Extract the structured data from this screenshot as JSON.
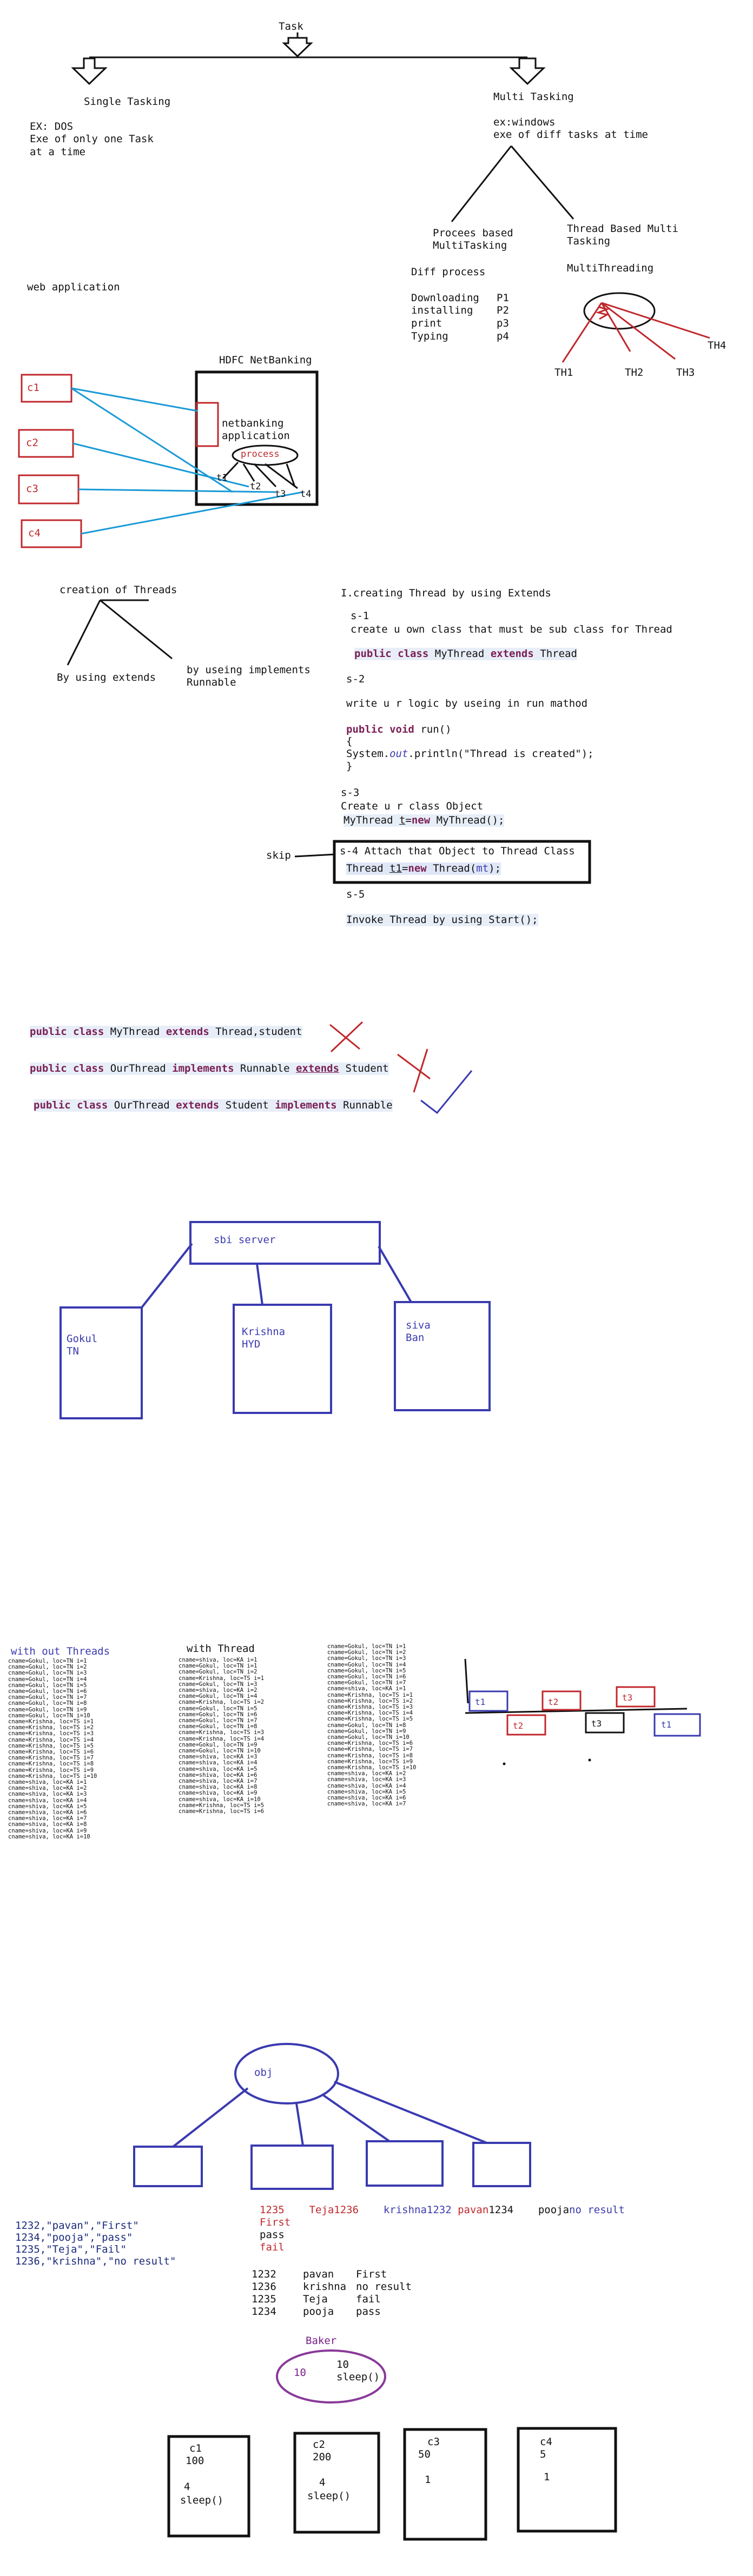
{
  "colors": {
    "red": "#c0282c",
    "blue": "#3a3ab0",
    "cyan": "#1a9ad6",
    "purple": "#8a3a9a",
    "black": "#111111",
    "highlight": "#e8eef8"
  },
  "s1": {
    "task": "Task",
    "single": "Single Tasking",
    "multi": "Multi Tasking",
    "ex_dos": "EX: DOS",
    "single_desc1": "Exe of only one Task",
    "single_desc2": "at a time",
    "ex_windows": "ex:windows",
    "multi_desc": "exe of diff tasks at time",
    "proc1": "Procees based",
    "proc2": "MultiTasking",
    "thread1": "Thread Based Multi",
    "thread2": "Tasking",
    "diff": "Diff process",
    "multithreading": "MultiThreading",
    "processes": [
      {
        "name": "Downloading",
        "id": "P1"
      },
      {
        "name": "installing",
        "id": "P2"
      },
      {
        "name": "print",
        "id": "p3"
      },
      {
        "name": "Typing",
        "id": "p4"
      }
    ],
    "threads": [
      "TH1",
      "TH2",
      "TH3",
      "TH4"
    ]
  },
  "s2": {
    "web_app": "web application",
    "hdfc": "HDFC NetBanking",
    "netbanking1": "netbanking",
    "netbanking2": "application",
    "process": "process",
    "clients": [
      "c1",
      "c2",
      "c3",
      "c4"
    ],
    "tlabels": [
      "t1",
      "t2",
      "t3",
      "t4"
    ]
  },
  "s3": {
    "creation": "creation of Threads",
    "by_extends": "By using extends",
    "by_impl1": "by useing implements",
    "by_impl2": "Runnable",
    "heading": "I.creating Thread by using Extends",
    "s1": "s-1",
    "s1_desc": "create u own class that must be sub class for Thread",
    "code1": [
      "public",
      "class",
      "MyThread",
      "extends",
      "Thread"
    ],
    "s2": "s-2",
    "s2_desc": "write u r logic by useing in run mathod",
    "code2a": [
      "public",
      "void",
      "run()"
    ],
    "code2b": "{",
    "code2c": [
      "System.",
      "out",
      ".println(\"Thread is created\");"
    ],
    "code2d": "}",
    "s3": "s-3",
    "s3_desc": "Create u r class Object",
    "code3": [
      "MyThread ",
      "t",
      "=",
      "new",
      " MyThread();"
    ],
    "skip": "skip",
    "s4_desc": "s-4 Attach that Object to Thread Class",
    "code4": [
      "Thread ",
      "t1",
      "=",
      "new",
      " Thread(",
      "mt",
      ");"
    ],
    "s5": "s-5",
    "s5_desc": "Invoke Thread by using Start();"
  },
  "s4": {
    "line1": [
      "public",
      "class",
      "MyThread",
      "extends",
      "Thread,student"
    ],
    "line2": [
      "public",
      "class",
      "OurThread",
      "implements",
      "Runnable",
      "extends",
      "Student"
    ],
    "line3": [
      "public",
      "class",
      "OurThread",
      "extends",
      "Student",
      "implements",
      "Runnable"
    ]
  },
  "s5": {
    "server": "sbi server",
    "branches": [
      {
        "name": "Gokul",
        "loc": "TN"
      },
      {
        "name": "Krishna",
        "loc": "HYD"
      },
      {
        "name": "siva",
        "loc": "Ban"
      }
    ]
  },
  "s6": {
    "without": "with out Threads",
    "with": "with Thread",
    "col1": [
      "cname=Gokul, loc=TN i=1",
      "cname=Gokul, loc=TN i=2",
      "cname=Gokul, loc=TN i=3",
      "cname=Gokul, loc=TN i=4",
      "cname=Gokul, loc=TN i=5",
      "cname=Gokul, loc=TN i=6",
      "cname=Gokul, loc=TN i=7",
      "cname=Gokul, loc=TN i=8",
      "cname=Gokul, loc=TN i=9",
      "cname=Gokul, loc=TN i=10",
      "cname=Krishna, loc=TS i=1",
      "cname=Krishna, loc=TS i=2",
      "cname=Krishna, loc=TS i=3",
      "cname=Krishna, loc=TS i=4",
      "cname=Krishna, loc=TS i=5",
      "cname=Krishna, loc=TS i=6",
      "cname=Krishna, loc=TS i=7",
      "cname=Krishna, loc=TS i=8",
      "cname=Krishna, loc=TS i=9",
      "cname=Krishna, loc=TS i=10",
      "cname=shiva, loc=KA i=1",
      "cname=shiva, loc=KA i=2",
      "cname=shiva, loc=KA i=3",
      "cname=shiva, loc=KA i=4",
      "cname=shiva, loc=KA i=5",
      "cname=shiva, loc=KA i=6",
      "cname=shiva, loc=KA i=7",
      "cname=shiva, loc=KA i=8",
      "cname=shiva, loc=KA i=9",
      "cname=shiva, loc=KA i=10"
    ],
    "col2": [
      "cname=shiva, loc=KA i=1",
      "cname=Gokul, loc=TN i=1",
      "cname=Gokul, loc=TN i=2",
      "cname=Krishna, loc=TS i=1",
      "cname=Gokul, loc=TN i=3",
      "cname=shiva, loc=KA i=2",
      "cname=Gokul, loc=TN i=4",
      "cname=Krishna, loc=TS i=2",
      "cname=Gokul, loc=TN i=5",
      "cname=Gokul, loc=TN i=6",
      "cname=Gokul, loc=TN i=7",
      "cname=Gokul, loc=TN i=8",
      "cname=Krishna, loc=TS i=3",
      "cname=Krishna, loc=TS i=4",
      "cname=Gokul, loc=TN i=9",
      "cname=Gokul, loc=TN i=10",
      "cname=shiva, loc=KA i=3",
      "cname=shiva, loc=KA i=4",
      "cname=shiva, loc=KA i=5",
      "cname=shiva, loc=KA i=6",
      "cname=shiva, loc=KA i=7",
      "cname=shiva, loc=KA i=8",
      "cname=shiva, loc=KA i=9",
      "cname=shiva, loc=KA i=10",
      "cname=Krishna, loc=TS i=5",
      "cname=Krishna, loc=TS i=6"
    ],
    "col3": [
      "cname=Gokul, loc=TN i=1",
      "cname=Gokul, loc=TN i=2",
      "cname=Gokul, loc=TN i=3",
      "cname=Gokul, loc=TN i=4",
      "cname=Gokul, loc=TN i=5",
      "cname=Gokul, loc=TN i=6",
      "cname=Gokul, loc=TN i=7",
      "cname=shiva, loc=KA i=1",
      "cname=Krishna, loc=TS i=1",
      "cname=Krishna, loc=TS i=2",
      "cname=Krishna, loc=TS i=3",
      "cname=Krishna, loc=TS i=4",
      "cname=Krishna, loc=TS i=5",
      "cname=Gokul, loc=TN i=8",
      "cname=Gokul, loc=TN i=9",
      "cname=Gokul, loc=TN i=10",
      "cname=Krishna, loc=TS i=6",
      "cname=Krishna, loc=TS i=7",
      "cname=Krishna, loc=TS i=8",
      "cname=Krishna, loc=TS i=9",
      "cname=Krishna, loc=TS i=10",
      "cname=shiva, loc=KA i=2",
      "cname=shiva, loc=KA i=3",
      "cname=shiva, loc=KA i=4",
      "cname=shiva, loc=KA i=5",
      "cname=shiva, loc=KA i=6",
      "cname=shiva, loc=KA i=7"
    ],
    "timeline": [
      "t1",
      "t2",
      "t2",
      "t3",
      "t3",
      "t1"
    ]
  },
  "s7": {
    "obj": "obj",
    "records": [
      "1232,\"pavan\",\"First\"",
      "1234,\"pooja\",\"pass\"",
      "1235,\"Teja\",\"Fail\"",
      "1236,\"krishna\",\"no result\""
    ],
    "l1_1235": "1235",
    "l1_teja": "Teja1236",
    "l1_krishna": "krishna1232",
    "l1_pavan": "pavan",
    "l1_1234": "1234",
    "l1_pooja": "pooja",
    "l1_nores": "no result",
    "red1": "First",
    "red2": "pass",
    "red3": "fail",
    "table": [
      {
        "id": "1232",
        "name": "pavan",
        "res": "First"
      },
      {
        "id": "1236",
        "name": "krishna",
        "res": "no result"
      },
      {
        "id": "1235",
        "name": "Teja",
        "res": "fail"
      },
      {
        "id": "1234",
        "name": "pooja",
        "res": "pass"
      }
    ],
    "baker": "Baker",
    "b10a": "10",
    "b10b": "10",
    "bsleep": "sleep()",
    "cards": [
      {
        "name": "c1",
        "v1": "100",
        "v2": "4",
        "v3": "sleep()"
      },
      {
        "name": "c2",
        "v1": "200",
        "v2": "4",
        "v3": "sleep()"
      },
      {
        "name": "c3",
        "v1": "50",
        "v2": "1",
        "v3": ""
      },
      {
        "name": "c4",
        "v1": "5",
        "v2": "1",
        "v3": ""
      }
    ]
  }
}
